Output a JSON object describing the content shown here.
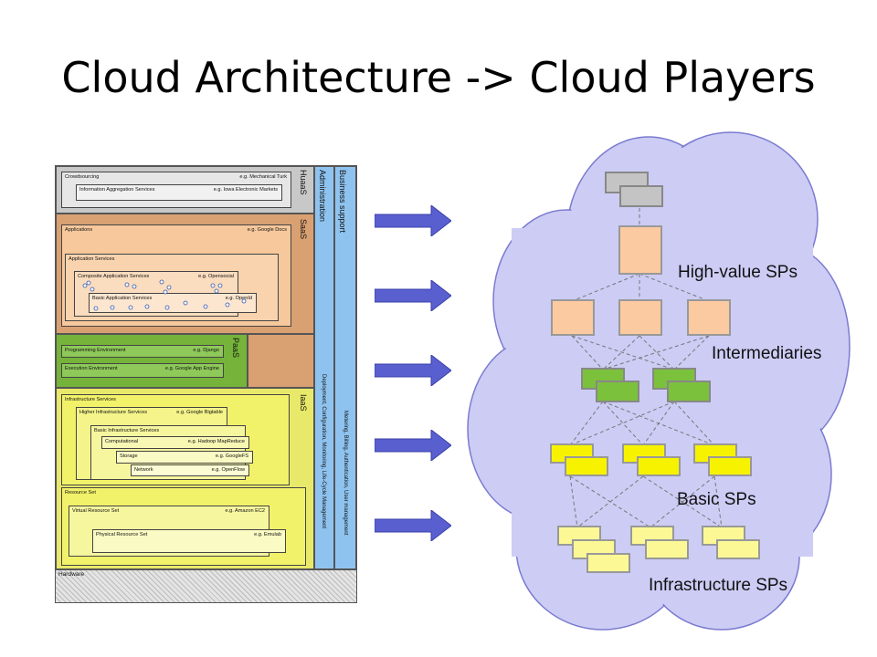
{
  "slide": {
    "title": "Cloud Architecture -> Cloud Players"
  },
  "architecture": {
    "huaas": {
      "label": "HuaaS",
      "crowdsourcing": "Crowdsourcing",
      "crowdsourcing_eg": "e.g. Mechanical Turk",
      "info_agg": "Information Aggregation Services",
      "info_agg_eg": "e.g. Iowa Electronic Markets"
    },
    "saas": {
      "label": "SaaS",
      "applications": "Applications",
      "applications_eg": "e.g. Google Docs",
      "app_services": "Application Services",
      "composite": "Composite Application Services",
      "composite_eg": "e.g. Opensocial",
      "basic": "Basic Application Services",
      "basic_eg": "e.g. OpenId"
    },
    "paas": {
      "label": "PaaS",
      "programming": "Programming Environment",
      "programming_eg": "e.g. Django",
      "execution": "Execution Environment",
      "execution_eg": "e.g. Google App Engine"
    },
    "iaas": {
      "label": "IaaS",
      "infra_services": "Infrastructure Services",
      "higher": "Higher Infrastructure Services",
      "higher_eg": "e.g. Google Bigtable",
      "basic_infra": "Basic Infrastructure Services",
      "computational": "Computational",
      "computational_eg": "e.g. Hadoop MapReduce",
      "storage": "Storage",
      "storage_eg": "e.g. GoogleFS",
      "network": "Network",
      "network_eg": "e.g. OpenFlow",
      "resource_set": "Resource Set",
      "virtual": "Virtual Resource Set",
      "virtual_eg": "e.g. Amazon EC2",
      "physical": "Physical Resource Set",
      "physical_eg": "e.g. Emulab"
    },
    "hardware": "Hardware",
    "administration": {
      "label": "Administration",
      "detail": "Deployment, Configuration, Monitoring, Life-Cycle Management"
    },
    "business": {
      "label": "Business support",
      "detail": "Metering, Billing, Authentication, User management"
    }
  },
  "cloud_players": {
    "high_value": "High-value SPs",
    "intermediaries": "Intermediaries",
    "basic": "Basic SPs",
    "infrastructure": "Infrastructure SPs"
  },
  "colors": {
    "huaas": "#c8c8c8",
    "saas": "#f6c89c",
    "paas": "#76b33a",
    "iaas": "#f2f26a",
    "admin": "#8fc3ef",
    "arrow": "#5a5fd0",
    "cloud": "#ccccf5",
    "cloud_stroke": "#7b7bd0",
    "gray_node": "#c4c4c4",
    "peach_node": "#fbcaa0",
    "green_node": "#7cc13c",
    "yellow_node": "#f7f200",
    "pale_node": "#fcf896"
  }
}
